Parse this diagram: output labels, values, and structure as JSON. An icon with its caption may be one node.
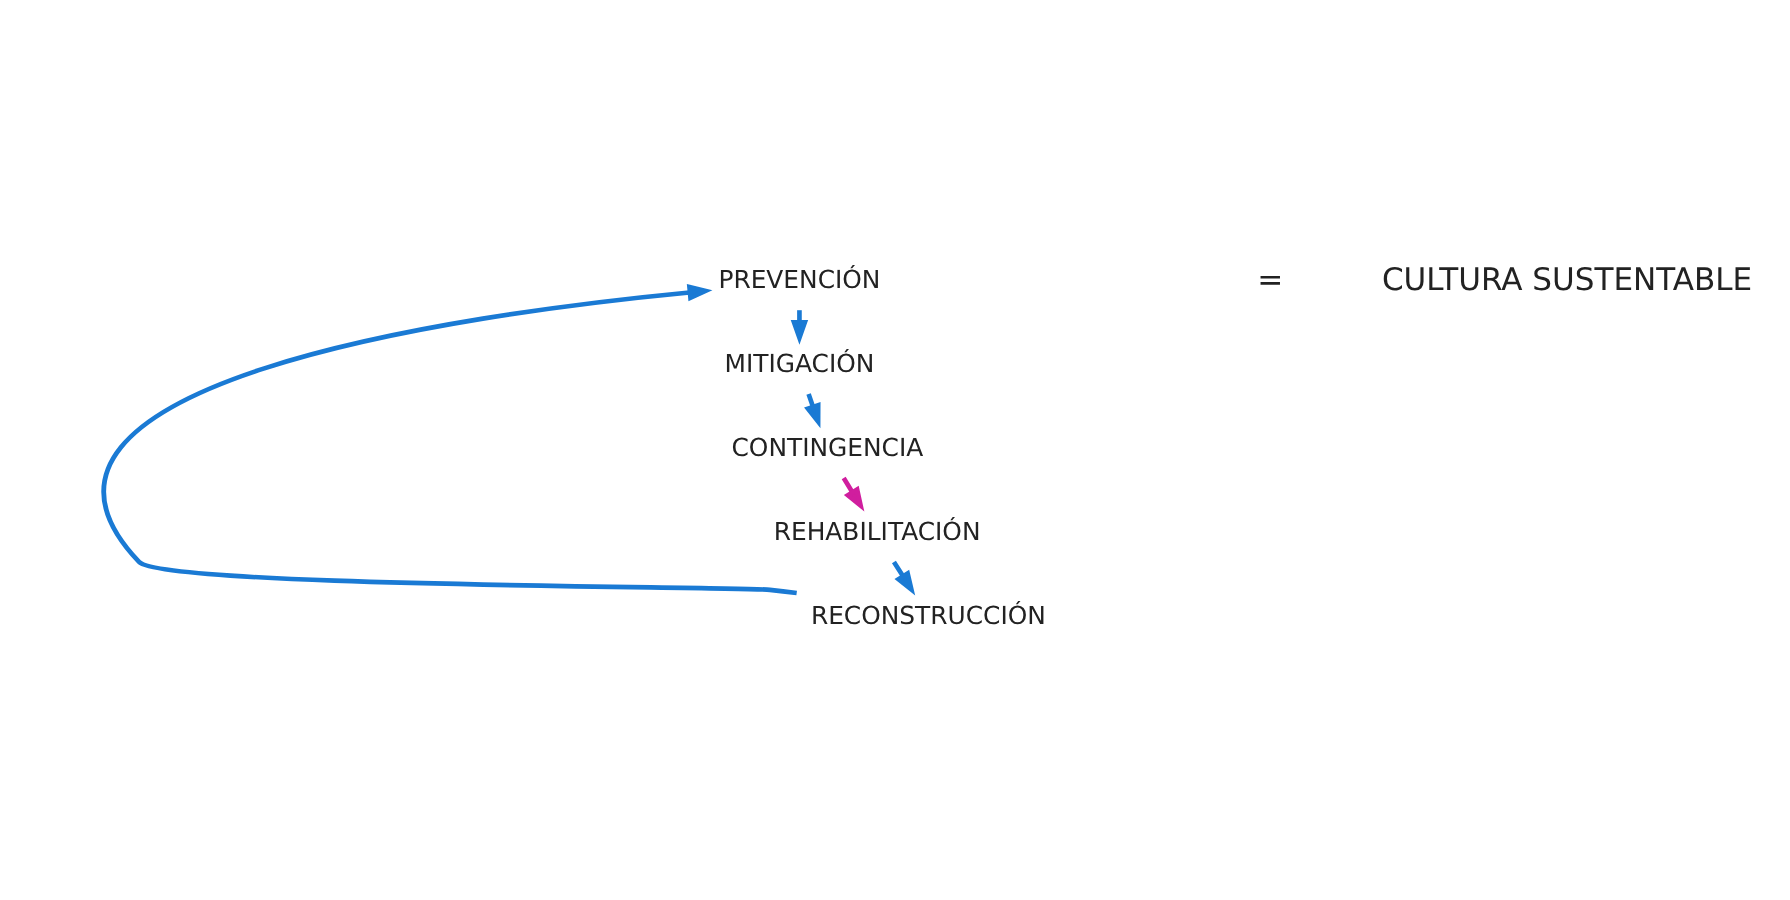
{
  "diagram": {
    "nodes": [
      {
        "text": [
          "PREVENCIÓN"
        ]
      },
      {
        "text": [
          "MITIGACIÓN"
        ]
      },
      {
        "text": [
          "CONTINGENCIA"
        ]
      },
      {
        "text": [
          "REHABILITACIÓN"
        ]
      },
      {
        "text": [
          "RECONSTRUCCIÓN"
        ]
      }
    ],
    "edges": [
      {
        "from": 0,
        "to": 1,
        "arrow": "to"
      },
      {
        "from": 1,
        "to": 2,
        "arrow": "to"
      },
      {
        "from": 2,
        "to": 3,
        "arrow": "to",
        "color": "#d01e9e"
      },
      {
        "from": 3,
        "to": 4,
        "arrow": "to"
      },
      {
        "from": 4,
        "to": 0,
        "arrow": "to"
      }
    ],
    "labels": [
      "=",
      "CULTURA SUSTENTABLE"
    ]
  }
}
